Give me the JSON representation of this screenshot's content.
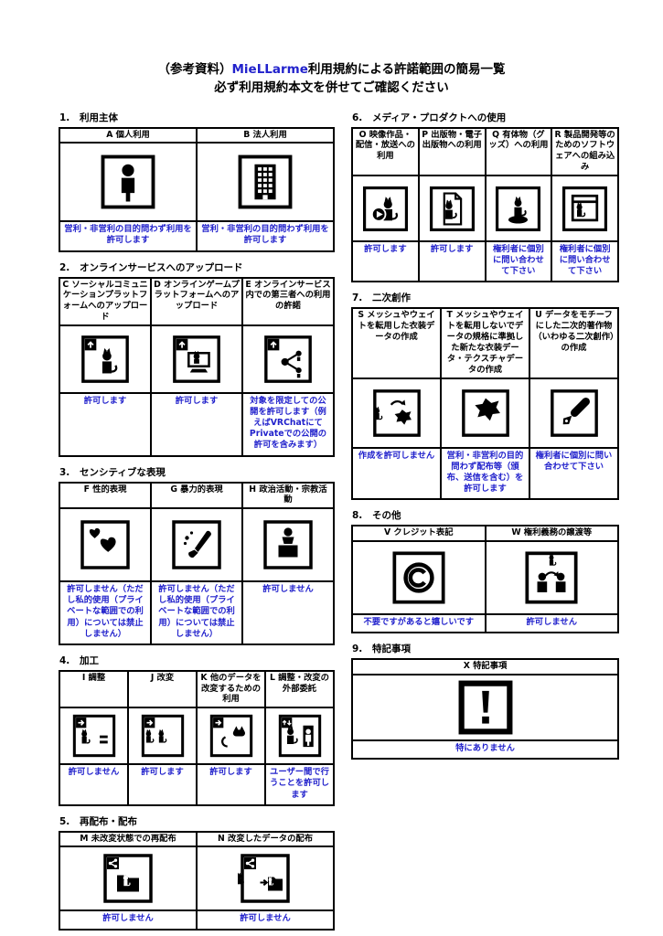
{
  "colors": {
    "accent_blue": "#2222cc",
    "text": "#000000",
    "background": "#ffffff"
  },
  "header": {
    "line1_pre": "（参考資料）",
    "line1_brand": "MieLLarme",
    "line1_post": "利用規約による許諾範囲の簡易一覧",
    "line2": "必ず利用規約本文を併せてご確認ください"
  },
  "sections": [
    {
      "number": "1.",
      "title": "利用主体",
      "items": [
        {
          "label": "A 個人利用",
          "icon": "person-icon",
          "result": "営利・非営利の目的問わず利用を許可します"
        },
        {
          "label": "B 法人利用",
          "icon": "building-icon",
          "result": "営利・非営利の目的問わず利用を許可します"
        }
      ]
    },
    {
      "number": "2.",
      "title": "オンラインサービスへのアップロード",
      "items": [
        {
          "label": "C ソーシャルコミュニケーションプラットフォームへのアップロード",
          "icon": "upload-social-icon",
          "result": "許可します"
        },
        {
          "label": "D オンラインゲームプラットフォームへのアップロード",
          "icon": "upload-game-icon",
          "result": "許可します"
        },
        {
          "label": "E オンラインサービス内での第三者への利用の許諾",
          "icon": "limited-share-icon",
          "result": "対象を限定しての公開を許可します（例えばVRChatにてPrivateでの公開の許可を含みます）"
        }
      ]
    },
    {
      "number": "3.",
      "title": "センシティブな表現",
      "items": [
        {
          "label": "F 性的表現",
          "icon": "hearts-icon",
          "result": "許可しません（ただし私的使用（プライベートな範囲での利用）については禁止しません）"
        },
        {
          "label": "G 暴力的表現",
          "icon": "knife-icon",
          "result": "許可しません（ただし私的使用（プライベートな範囲での利用）については禁止しません）"
        },
        {
          "label": "H 政治活動・宗教活動",
          "icon": "podium-icon",
          "result": "許可しません"
        }
      ]
    },
    {
      "number": "4.",
      "title": "加工",
      "items": [
        {
          "label": "I 調整",
          "icon": "adjust-icon",
          "result": "許可しません"
        },
        {
          "label": "J 改変",
          "icon": "modify-icon",
          "result": "許可します"
        },
        {
          "label": "K 他のデータを改変するための利用",
          "icon": "modify-for-other-icon",
          "result": "許可します"
        },
        {
          "label": "L 調整・改変の外部委託",
          "icon": "outsource-icon",
          "result": "ユーザー間で行うことを許可します"
        }
      ]
    },
    {
      "number": "5.",
      "title": "再配布・配布",
      "items": [
        {
          "label": "M 未改変状態での再配布",
          "icon": "redistribute-icon",
          "result": "許可しません"
        },
        {
          "label": "N 改変したデータの配布",
          "icon": "distribute-modified-icon",
          "result": "許可しません"
        }
      ]
    },
    {
      "number": "6.",
      "title": "メディア・プロダクトへの使用",
      "items": [
        {
          "label": "O 映像作品・配信・放送への利用",
          "icon": "video-icon",
          "result": "許可します"
        },
        {
          "label": "P 出版物・電子出版物への利用",
          "icon": "publication-icon",
          "result": "許可します"
        },
        {
          "label": "Q 有体物（グッズ）への利用",
          "icon": "goods-icon",
          "result": "権利者に個別に問い合わせて下さい"
        },
        {
          "label": "R 製品開発等のためのソフトウェアへの組み込み",
          "icon": "software-icon",
          "result": "権利者に個別に問い合わせて下さい"
        }
      ]
    },
    {
      "number": "7.",
      "title": "二次創作",
      "items": [
        {
          "label": "S メッシュやウェイトを転用した衣装データの作成",
          "icon": "mesh-reuse-icon",
          "result": "作成を許可しません"
        },
        {
          "label": "T メッシュやウェイトを転用しないでデータの規格に準拠した新たな衣装データ・テクスチャデータの作成",
          "icon": "new-outfit-icon",
          "result": "営利・非営利の目的問わず配布等（頒布、送信を含む）を許可します"
        },
        {
          "label": "U データをモチーフにした二次的著作物（いわゆる二次創作）の作成",
          "icon": "pen-icon",
          "result": "権利者に個別に問い合わせて下さい"
        }
      ]
    },
    {
      "number": "8.",
      "title": "その他",
      "items": [
        {
          "label": "V クレジット表記",
          "icon": "copyright-icon",
          "result": "不要ですがあると嬉しいです"
        },
        {
          "label": "W 権利義務の譲渡等",
          "icon": "transfer-icon",
          "result": "許可しません"
        }
      ]
    },
    {
      "number": "9.",
      "title": "特記事項",
      "items": [
        {
          "label": "X 特記事項",
          "icon": "exclamation-icon",
          "result": "特にありません"
        }
      ]
    }
  ]
}
